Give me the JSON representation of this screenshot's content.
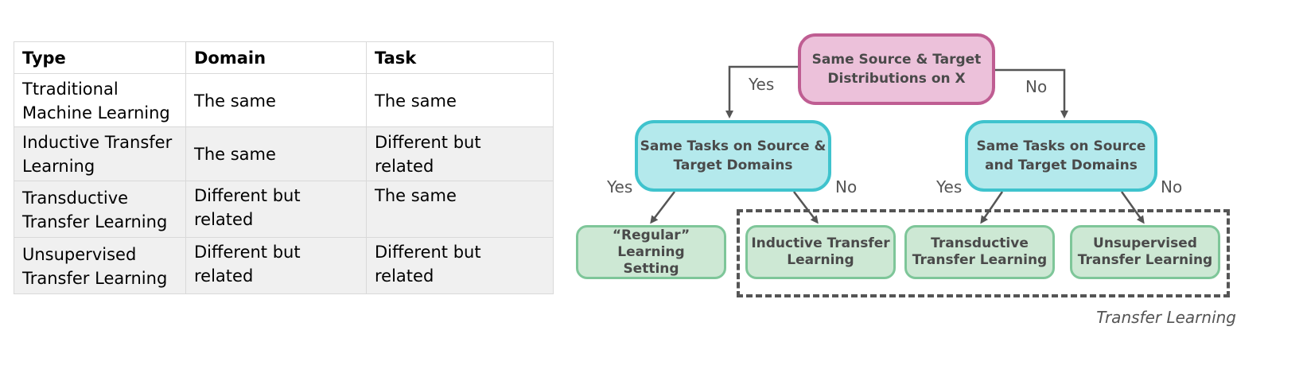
{
  "table": {
    "headers": [
      "Type",
      "Domain",
      "Task"
    ],
    "rows": [
      {
        "type": "Ttraditional\nMachine Learning",
        "domain": "The same",
        "task": "The same"
      },
      {
        "type": "Inductive Transfer\nLearning",
        "domain": "The same",
        "task": "Different but related"
      },
      {
        "type": "Transductive\nTransfer Learning",
        "domain": "Different but related",
        "task": "The same"
      },
      {
        "type": "Unsupervised\nTransfer Learning",
        "domain": "Different but related",
        "task": "Different but related"
      }
    ]
  },
  "diagram": {
    "root": "Same Source & Target\nDistributions on X",
    "mid_left": "Same Tasks on Source &\nTarget Domains",
    "mid_right": "Same Tasks on Source\nand Target Domains",
    "leaves": [
      "“Regular” Learning\nSetting",
      "Inductive Transfer\nLearning",
      "Transductive\nTransfer Learning",
      "Unsupervised\nTransfer Learning"
    ],
    "edge_labels": {
      "root_left": "Yes",
      "root_right": "No",
      "mid_left_yes": "Yes",
      "mid_left_no": "No",
      "mid_right_yes": "Yes",
      "mid_right_no": "No"
    },
    "group_caption": "Transfer Learning"
  },
  "colors": {
    "root_fill": "#ecc1da",
    "root_border": "#bf5d92",
    "mid_fill": "#b4e9ec",
    "mid_border": "#3fc3cd",
    "leaf_fill": "#cde8d4",
    "leaf_border": "#7ec699",
    "edge": "#555555"
  }
}
